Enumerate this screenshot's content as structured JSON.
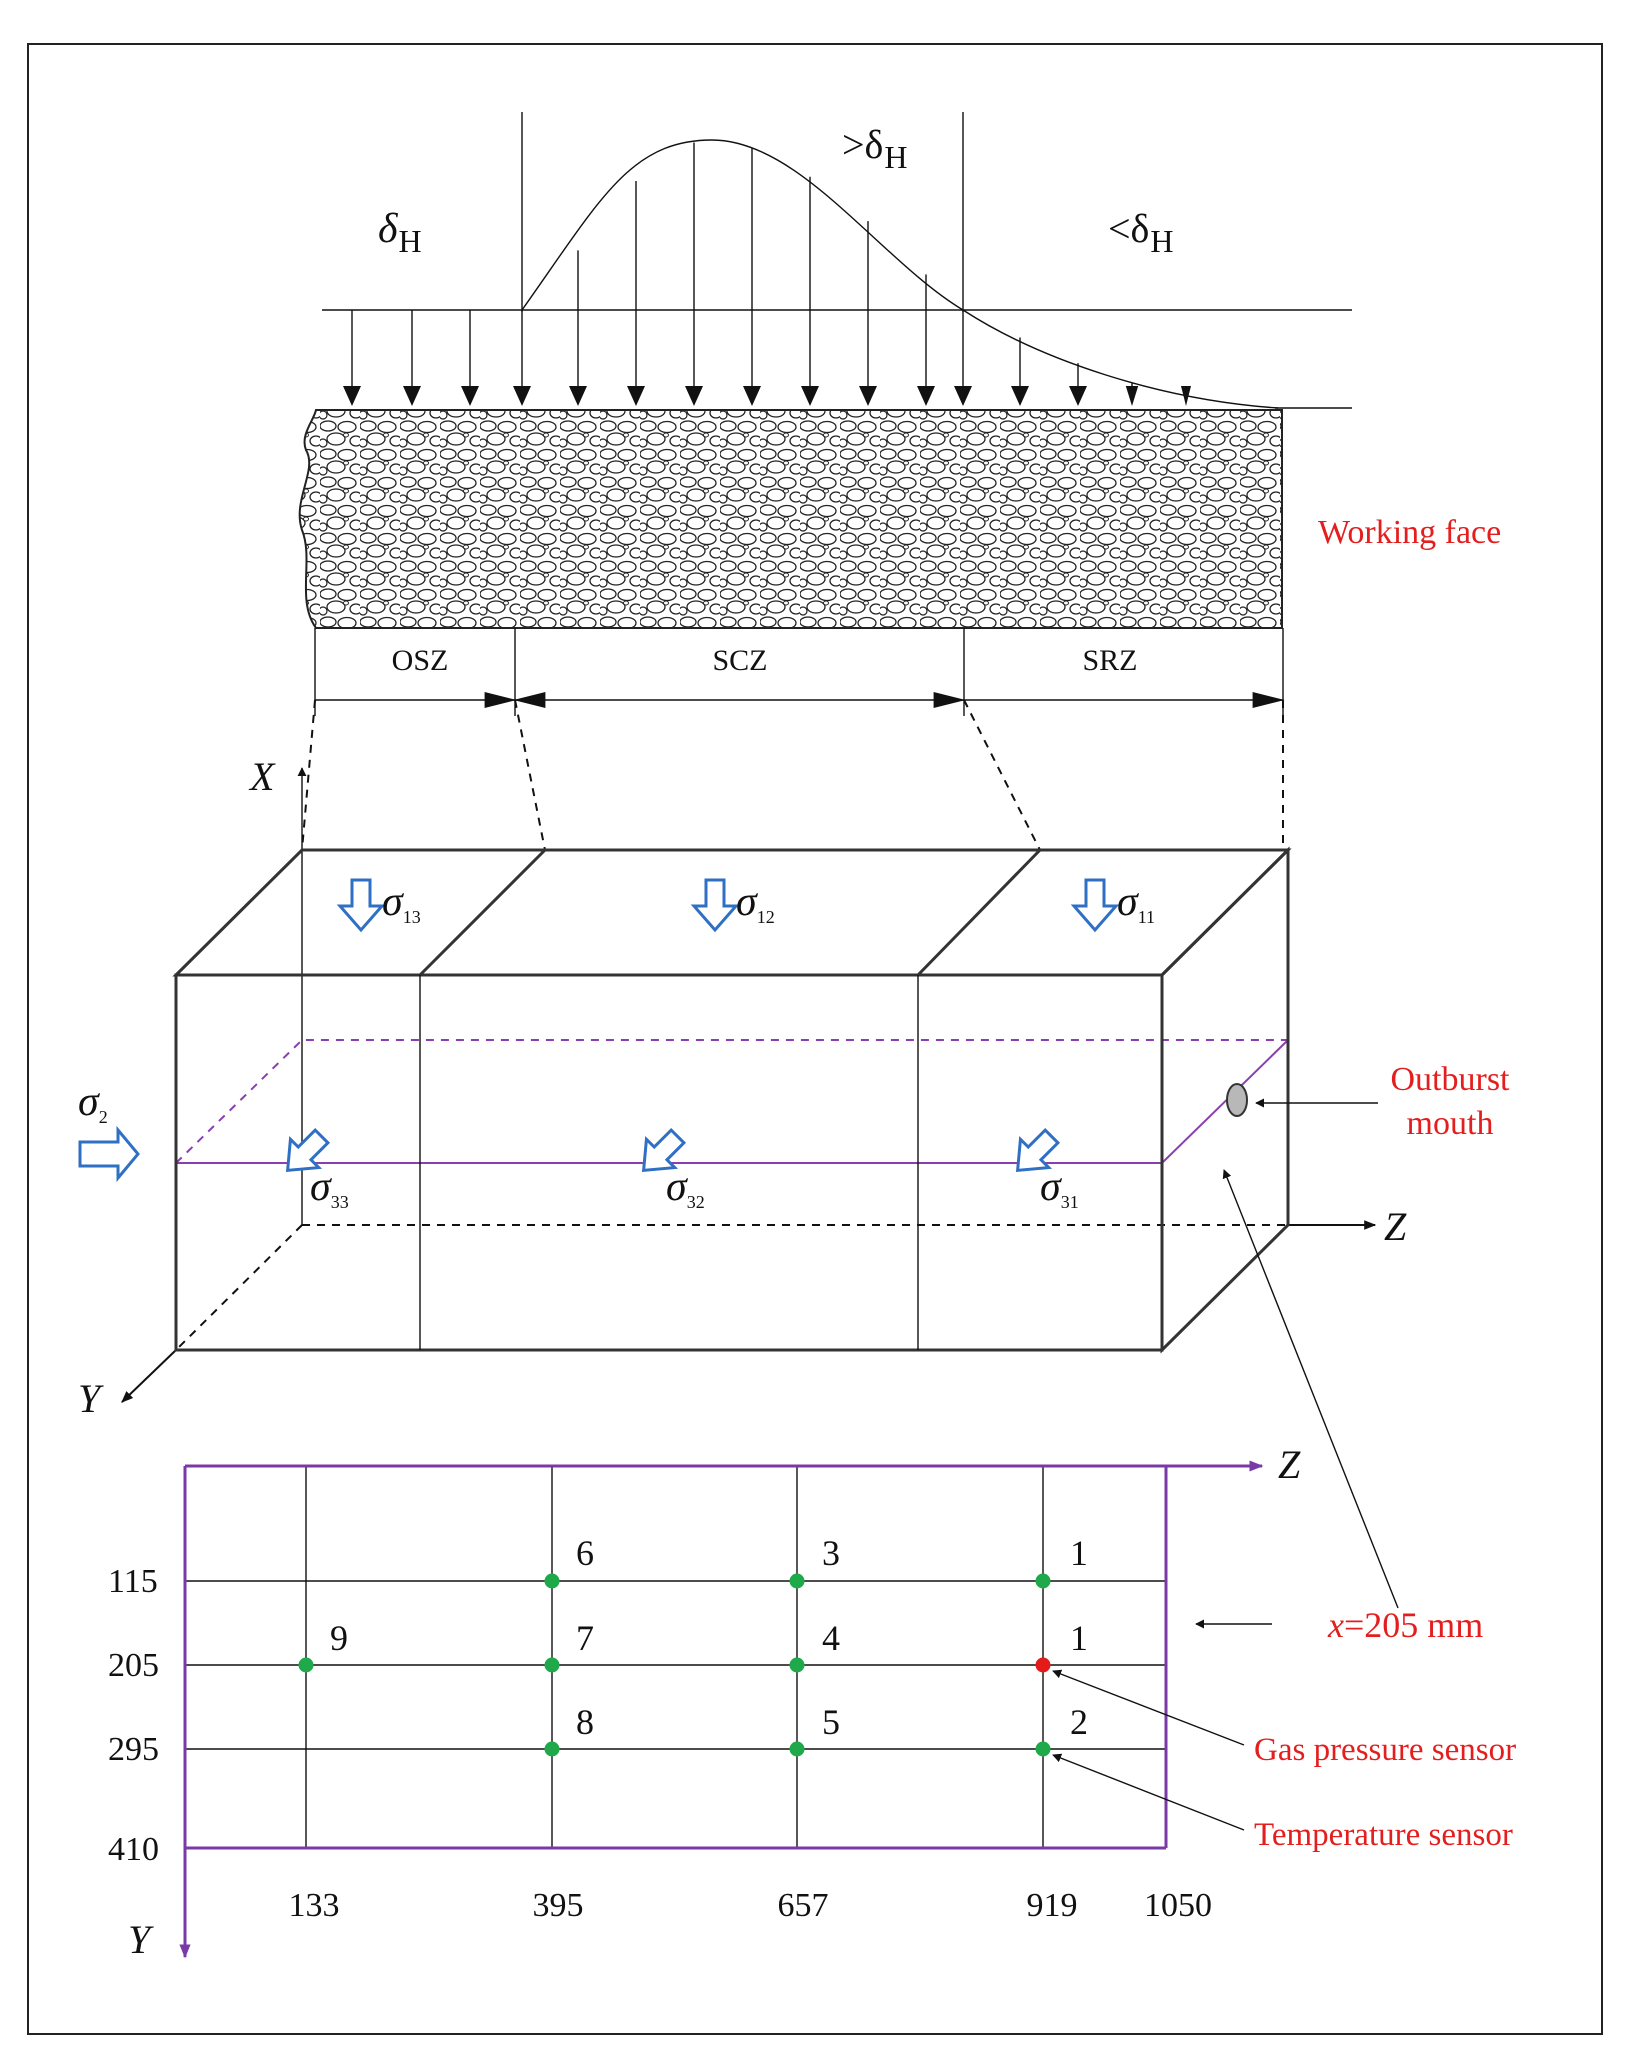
{
  "stress_labels": {
    "left": "δ",
    "left_sub": "H",
    "center_prefix": ">δ",
    "center_sub": "H",
    "right_prefix": "<δ",
    "right_sub": "H"
  },
  "working_face_label": "Working face",
  "zones": {
    "osz": "OSZ",
    "scz": "SCZ",
    "srz": "SRZ"
  },
  "axes": {
    "x": "X",
    "y": "Y",
    "z": "Z",
    "grid_z": "Z",
    "grid_y": "Y"
  },
  "sigma": {
    "s13": {
      "sym": "σ",
      "sub": "13"
    },
    "s12": {
      "sym": "σ",
      "sub": "12"
    },
    "s11": {
      "sym": "σ",
      "sub": "11"
    },
    "s2": {
      "sym": "σ",
      "sub": "2"
    },
    "s33": {
      "sym": "σ",
      "sub": "33"
    },
    "s32": {
      "sym": "σ",
      "sub": "32"
    },
    "s31": {
      "sym": "σ",
      "sub": "31"
    }
  },
  "outburst_label": [
    "Outburst",
    "mouth"
  ],
  "x_section": {
    "var": "x",
    "rest": "=205 mm"
  },
  "grid": {
    "y_ticks": [
      "115",
      "205",
      "295",
      "410"
    ],
    "z_ticks": [
      "133",
      "395",
      "657",
      "919",
      "1050"
    ],
    "sensor_numbers": [
      "6",
      "3",
      "1",
      "9",
      "7",
      "4",
      "1",
      "8",
      "5",
      "2"
    ]
  },
  "legend": {
    "gas": "Gas pressure sensor",
    "temp": "Temperature sensor"
  },
  "colors": {
    "annotation_red": "#e41e1e",
    "sensor_green": "#1fa94a",
    "sensor_red": "#e31b1b",
    "grid_purple": "#7a3aa6",
    "stress_arrow_blue": "#2f6fc4"
  }
}
